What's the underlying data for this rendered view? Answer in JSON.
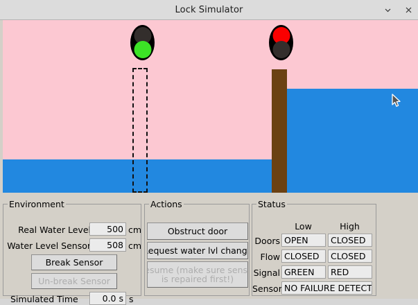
{
  "window": {
    "title": "Lock Simulator",
    "minimize_icon": "chevron-down-icon",
    "close_icon": "close-icon"
  },
  "canvas": {
    "sky_color": "#fcc8d2",
    "water_color": "#2288e0",
    "door_color": "#6b4113",
    "signal_low": {
      "top_lamp": "off-red",
      "top_color": "#332e2c",
      "bottom_lamp": "green-on",
      "bottom_color": "#3ce326"
    },
    "signal_high": {
      "top_lamp": "red-on",
      "top_color": "#fa0000",
      "bottom_lamp": "off-green",
      "bottom_color": "#332e2c"
    },
    "left_door_state": "open",
    "right_door_state": "closed"
  },
  "environment": {
    "legend": "Environment",
    "real_water_level": {
      "label": "Real Water Level",
      "value": "500",
      "unit": "cm"
    },
    "water_level_sensor": {
      "label": "Water Level Sensor",
      "value": "508",
      "unit": "cm"
    },
    "break_sensor_button": "Break Sensor",
    "unbreak_sensor_button": "Un-break Sensor",
    "simulated_time": {
      "label": "Simulated Time",
      "value": "0.0 s",
      "unit": "s"
    }
  },
  "actions": {
    "legend": "Actions",
    "obstruct_door_button": "Obstruct door",
    "request_water_change_button": "Request water lvl change",
    "resume_button_line1": "Resume (make sure sensor",
    "resume_button_line2": "is repaired first!)"
  },
  "status": {
    "legend": "Status",
    "columns": [
      "Low",
      "High"
    ],
    "rows": [
      {
        "label": "Doors",
        "low": "OPEN",
        "high": "CLOSED"
      },
      {
        "label": "Flow",
        "low": "CLOSED",
        "high": "CLOSED"
      },
      {
        "label": "Signal",
        "low": "GREEN",
        "high": "RED"
      }
    ],
    "sensor": {
      "label": "Sensor",
      "value": "NO FAILURE DETECTED"
    }
  }
}
